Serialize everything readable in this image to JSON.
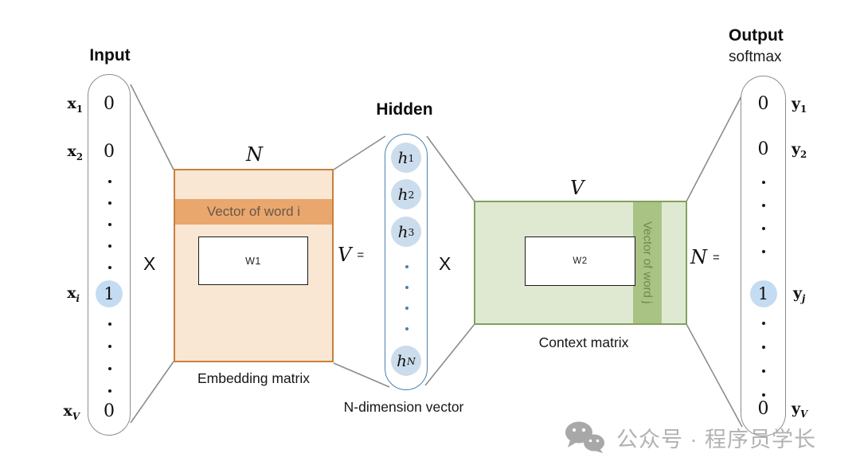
{
  "input": {
    "title": "Input",
    "rows": [
      {
        "label_base": "x",
        "label_sub": "1",
        "value": "0"
      },
      {
        "label_base": "x",
        "label_sub": "2",
        "value": "0"
      },
      {
        "label_base": "x",
        "label_sub": "i",
        "value": "1"
      },
      {
        "label_base": "x",
        "label_sub": "V",
        "value": "0"
      }
    ]
  },
  "operators": {
    "multiply_left": "X",
    "multiply_right": "X",
    "equals_left": "=",
    "equals_right": "="
  },
  "embedding": {
    "dim_label": "N",
    "band_label": "Vector of word i",
    "weight_label": "W1",
    "caption": "Embedding matrix",
    "result_dim": "V"
  },
  "hidden": {
    "title": "Hidden",
    "units": [
      {
        "base": "h",
        "sub": "1"
      },
      {
        "base": "h",
        "sub": "2"
      },
      {
        "base": "h",
        "sub": "3"
      },
      {
        "base": "h",
        "sub": "N"
      }
    ],
    "caption": "N-dimension vector"
  },
  "context": {
    "dim_label": "V",
    "band_label": "Vector of word j",
    "weight_label": "W2",
    "caption": "Context matrix",
    "result_dim": "N"
  },
  "output": {
    "title": "Output",
    "subtitle": "softmax",
    "rows": [
      {
        "label_base": "y",
        "label_sub": "1",
        "value": "0"
      },
      {
        "label_base": "y",
        "label_sub": "2",
        "value": "0"
      },
      {
        "label_base": "y",
        "label_sub": "j",
        "value": "1"
      },
      {
        "label_base": "y",
        "label_sub": "V",
        "value": "0"
      }
    ]
  },
  "watermark": {
    "text": "公众号 · 程序员学长",
    "icon": "wechat-icon"
  },
  "colors": {
    "embedding_fill": "#f9e6d3",
    "embedding_band": "#e9a76d",
    "embedding_border": "#c8803f",
    "context_fill": "#dfe9d1",
    "context_band": "#a9c384",
    "context_border": "#80a25c",
    "highlight_circle": "#c3dcf1",
    "hidden_border": "#4c80ae",
    "line_gray": "#8c8c8c",
    "watermark_gray": "#b2b2b2"
  }
}
